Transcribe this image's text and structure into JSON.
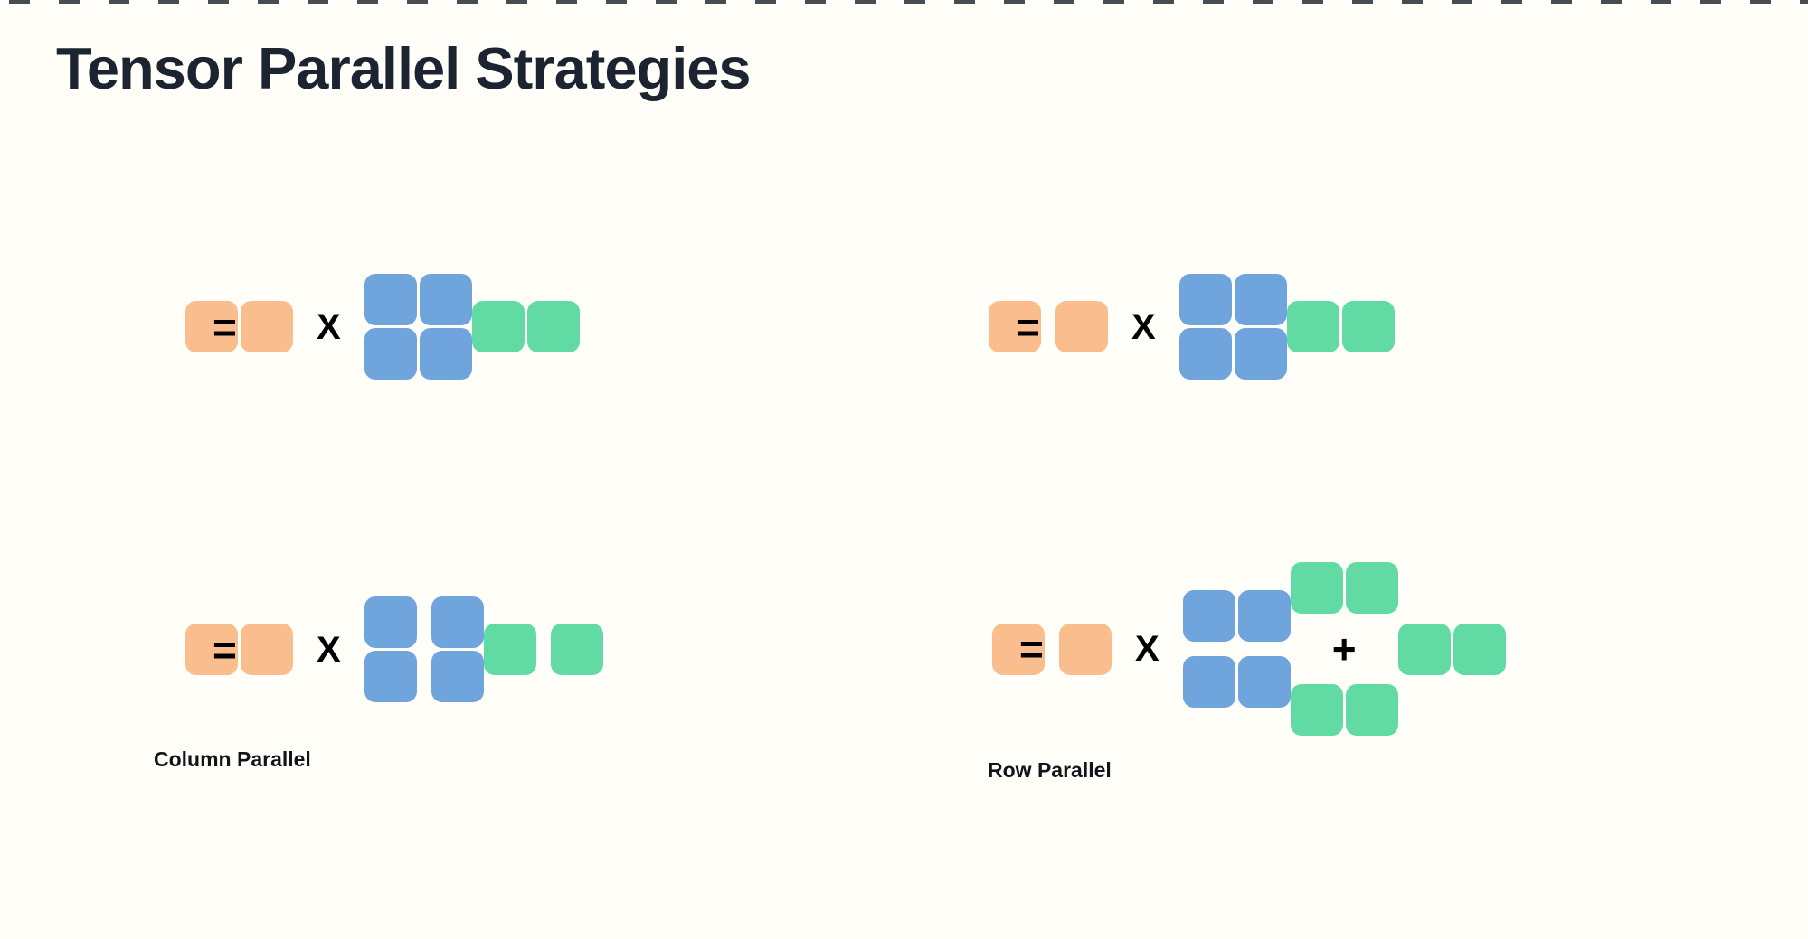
{
  "title": "Tensor Parallel Strategies",
  "operators": {
    "multiply": "X",
    "equals": "=",
    "plus": "+"
  },
  "diagrams": {
    "top_left": {
      "label": "",
      "activation_blocks": 2,
      "weight_blocks": 4,
      "output_blocks": 2
    },
    "top_right": {
      "label": "",
      "activation_blocks": 2,
      "weight_blocks": 4,
      "output_blocks": 2
    },
    "column_parallel": {
      "label": "Column Parallel",
      "activation_blocks": 2,
      "weight_blocks": 4,
      "output_blocks": 2
    },
    "row_parallel": {
      "label": "Row Parallel",
      "activation_blocks": 2,
      "weight_blocks": 4,
      "partial_sum_blocks": 4,
      "output_blocks": 2
    }
  },
  "colors": {
    "background": "#FFFEF9",
    "top_dash": "#474C55",
    "title_text": "#1B2430",
    "label_text": "#111418",
    "operator_text": "#000000",
    "activation_orange": "#FABD8E",
    "weight_blue": "#6FA4DC",
    "output_green": "#61DAA4"
  }
}
